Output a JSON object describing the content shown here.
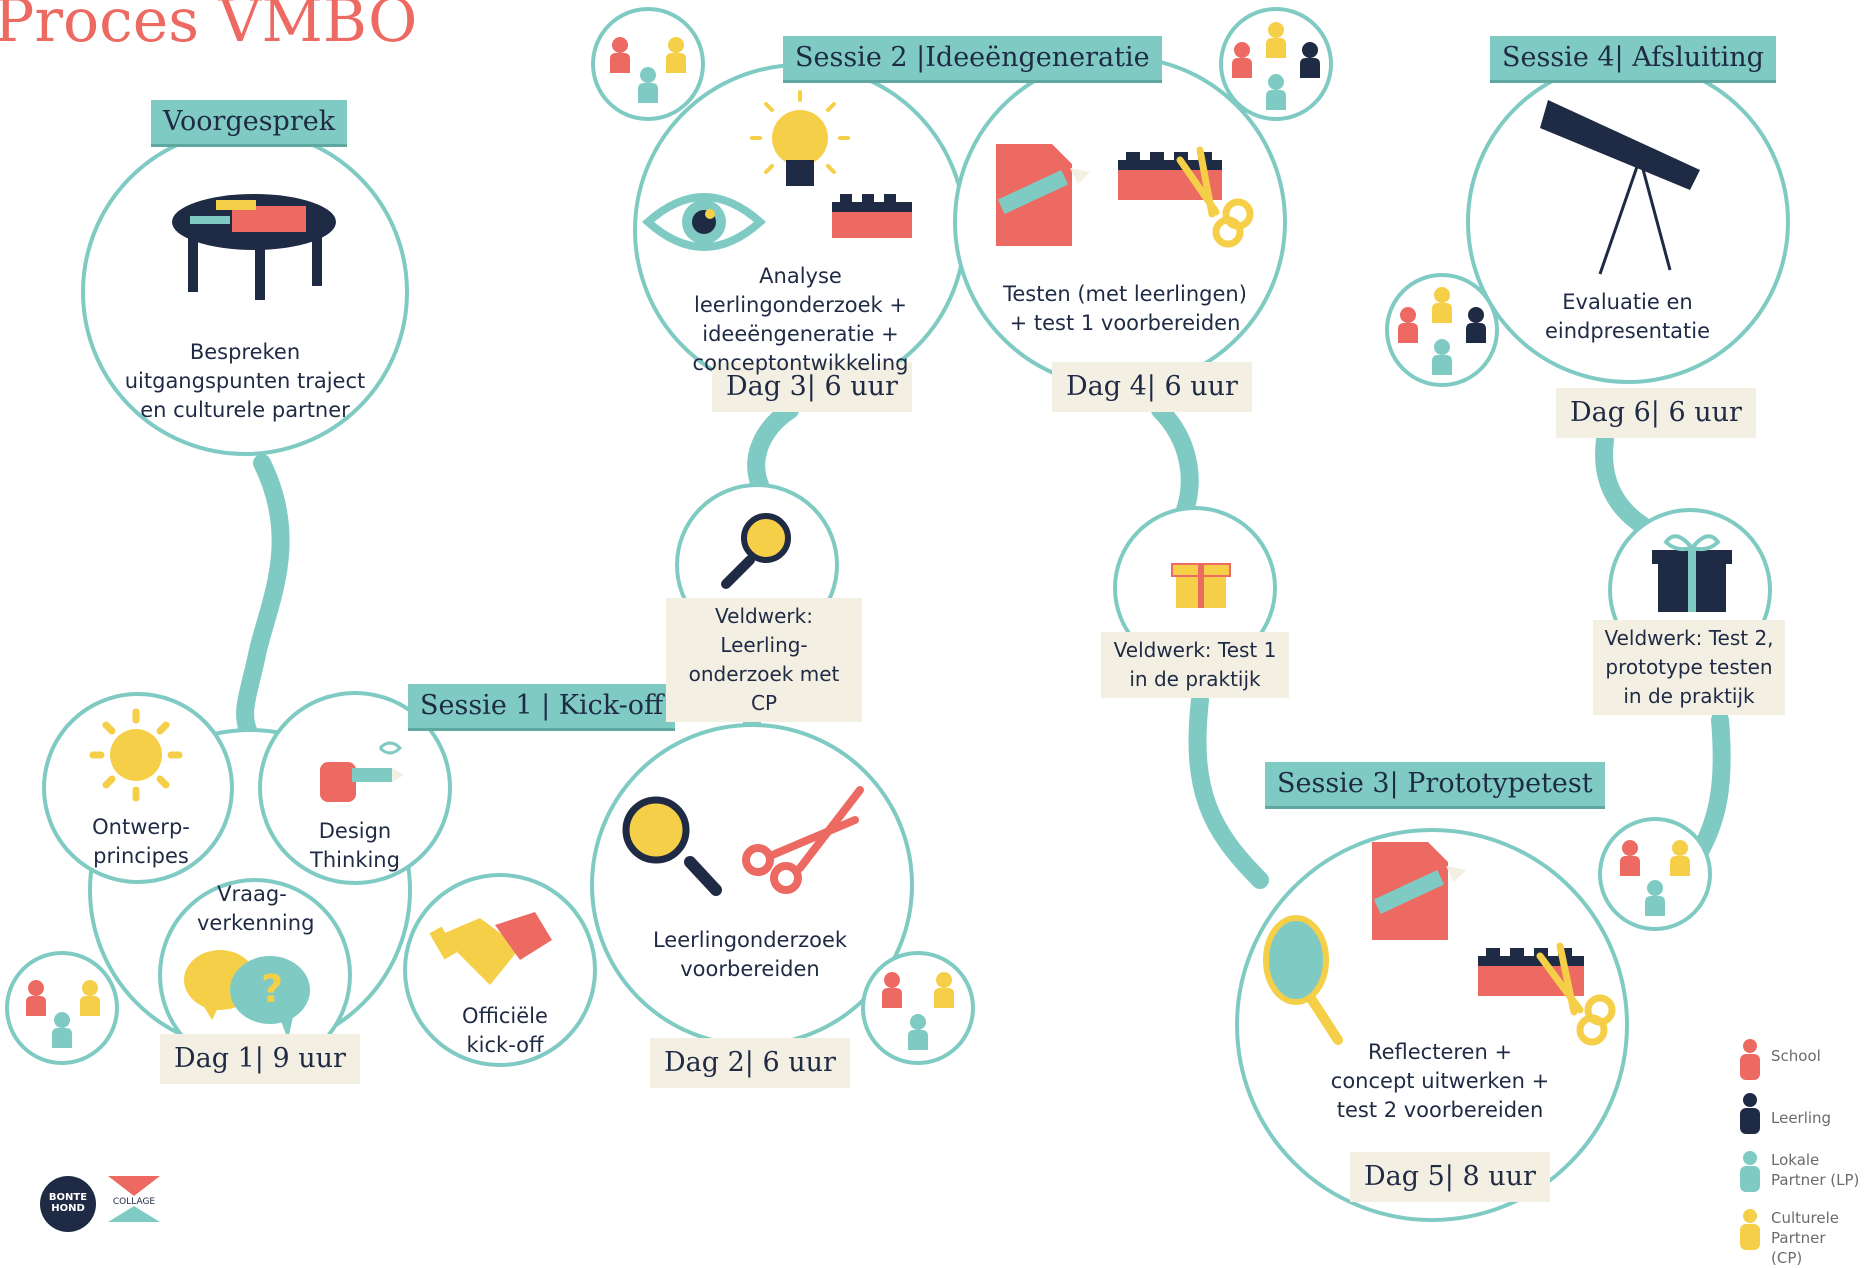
{
  "title": "Proces VMBO",
  "sessions": {
    "voorgesprek": "Voorgesprek",
    "s1": "Sessie 1 | Kick-off",
    "s2": "Sessie 2 |Ideeëngeneratie",
    "s3": "Sessie 3| Prototypetest",
    "s4": "Sessie 4| Afsluiting"
  },
  "days": {
    "d1": "Dag 1| 9 uur",
    "d2": "Dag 2| 6 uur",
    "d3": "Dag 3| 6 uur",
    "d4": "Dag 4| 6 uur",
    "d5": "Dag 5| 8 uur",
    "d6": "Dag 6| 6 uur"
  },
  "labels": {
    "voorgesprek": "Bespreken uitgangspunten traject en culturele partner",
    "ontwerp": "Ontwerp-principes",
    "design": "Design Thinking",
    "vraag": "Vraag-verkenning",
    "officiele": "Officiële kick-off",
    "leerlingonderzoek": "Leerlingonderzoek voorbereiden",
    "analyse": "Analyse leerlingonderzoek + ideeëngeneratie + conceptontwikkeling",
    "testen": "Testen (met leerlingen) + test 1 voorbereiden",
    "reflecteren": "Reflecteren + concept uitwerken + test 2 voorbereiden",
    "evaluatie": "Evaluatie en eindpresentatie"
  },
  "fieldwork": {
    "f1": "Veldwerk: Leerling-onderzoek met CP",
    "f2": "Veldwerk: Test 1 in de praktijk",
    "f3": "Veldwerk: Test 2, prototype testen in de praktijk"
  },
  "legend": [
    {
      "label": "School",
      "color": "#ec6a62"
    },
    {
      "label": "Leerling",
      "color": "#1f2a44"
    },
    {
      "label": "Lokale Partner (LP)",
      "color": "#7fcbc3"
    },
    {
      "label": "Culturele Partner (CP)",
      "color": "#f6cf48"
    }
  ],
  "logos": {
    "bonte_hond": "BONTE HOND",
    "collage": "COLLAGE"
  },
  "colors": {
    "teal": "#7fcbc3",
    "navy": "#1f2a44",
    "coral": "#ec6a62",
    "yellow": "#f6cf48",
    "beige": "#f3efe2"
  },
  "icons": [
    "table-icon",
    "sun-icon",
    "hand-pencil-icon",
    "speech-bubbles-icon",
    "handshake-icon",
    "magnifier-icon",
    "scissors-icon",
    "eye-icon",
    "lightbulb-icon",
    "lego-brick-icon",
    "document-icon",
    "telescope-icon",
    "gift-icon",
    "mirror-icon",
    "people-group-icon"
  ]
}
